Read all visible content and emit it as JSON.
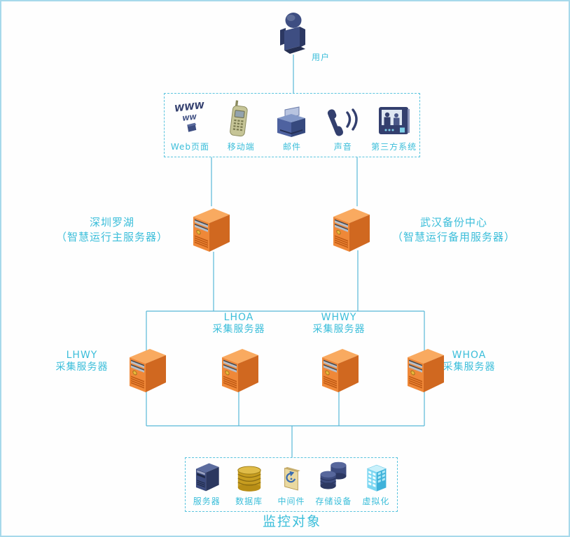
{
  "diagram": {
    "user": {
      "label": "用户"
    },
    "access_channels": {
      "items": [
        {
          "icon": "www-icon",
          "label": "Web页面"
        },
        {
          "icon": "mobile-phone-icon",
          "label": "移动端"
        },
        {
          "icon": "mail-icon",
          "label": "邮件"
        },
        {
          "icon": "voice-icon",
          "label": "声音"
        },
        {
          "icon": "third-party-system-icon",
          "label": "第三方系统"
        }
      ]
    },
    "primary_server": {
      "name": "深圳罗湖",
      "subtitle": "（智慧运行主服务器）"
    },
    "backup_server": {
      "name": "武汉备份中心",
      "subtitle": "（智慧运行备用服务器）"
    },
    "collectors": [
      {
        "code": "LHWY",
        "label": "采集服务器"
      },
      {
        "code": "LHOA",
        "label": "采集服务器"
      },
      {
        "code": "WHWY",
        "label": "采集服务器"
      },
      {
        "code": "WHOA",
        "label": "采集服务器"
      }
    ],
    "monitoring": {
      "title": "监控对象",
      "items": [
        {
          "icon": "server-icon",
          "label": "服务器"
        },
        {
          "icon": "database-icon",
          "label": "数据库"
        },
        {
          "icon": "middleware-icon",
          "label": "中间件"
        },
        {
          "icon": "storage-icon",
          "label": "存储设备"
        },
        {
          "icon": "virtualization-icon",
          "label": "虚拟化"
        }
      ]
    },
    "colors": {
      "connector_line": "#58b8d8",
      "label_text": "#3bbeda",
      "server_orange": "#ef8838",
      "icon_navy": "#3e4e82",
      "database_gold": "#c79d20",
      "virtualization_cyan": "#7cd7f2",
      "page_border": "#a7d9eb"
    }
  }
}
